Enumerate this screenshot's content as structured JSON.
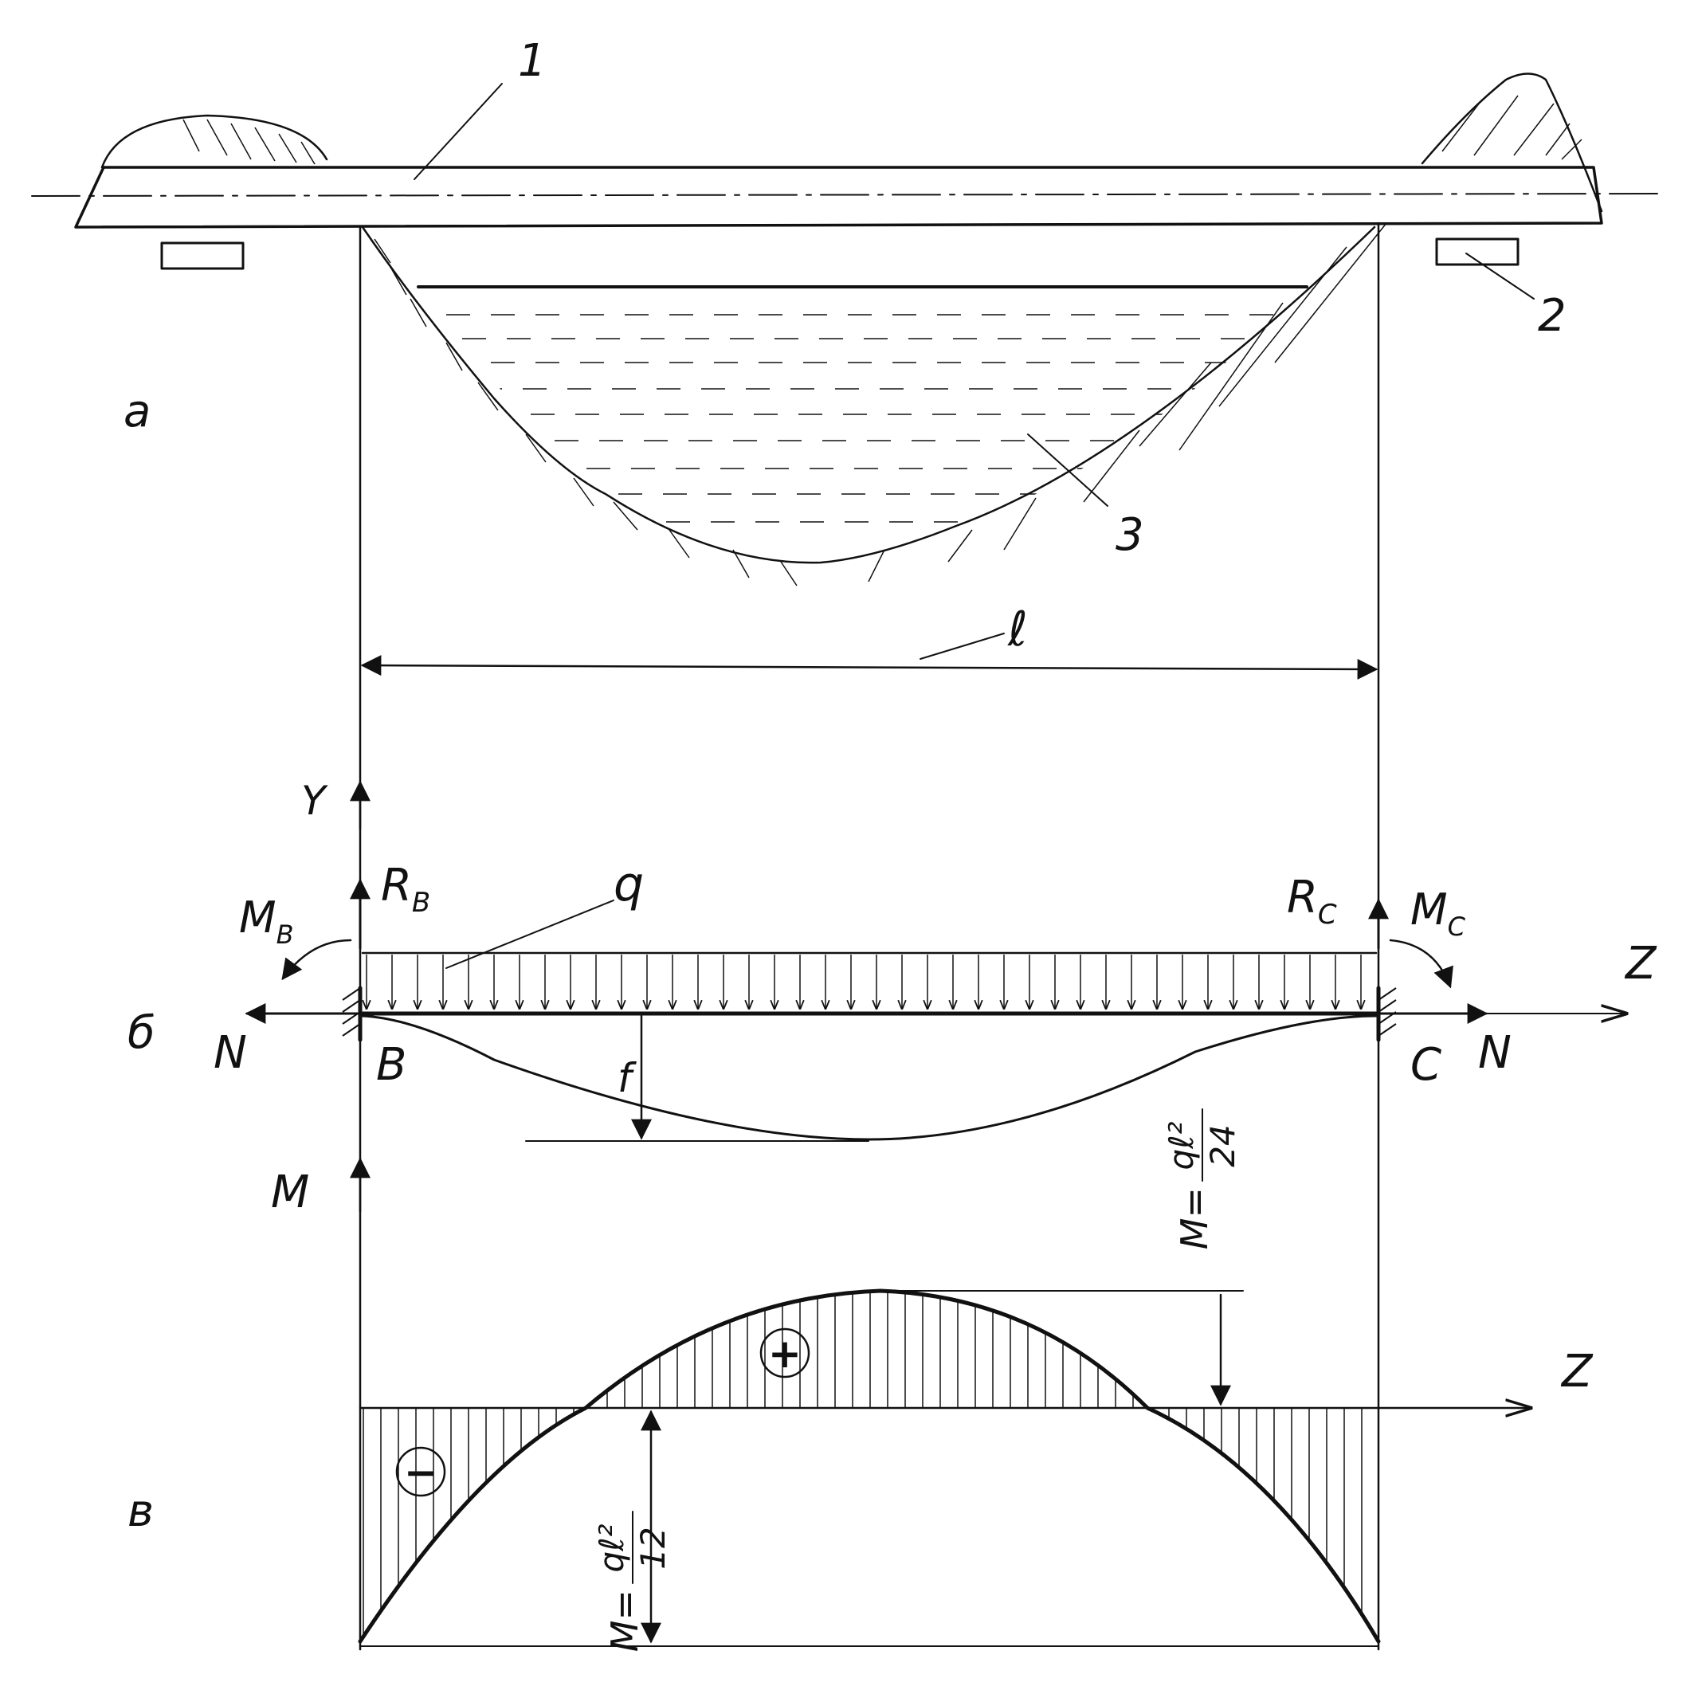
{
  "panel_labels": {
    "a": "а",
    "b": "б",
    "c": "в"
  },
  "scheme": {
    "pipe_label": "1",
    "support_label": "2",
    "water_label": "3",
    "span_label": "ℓ"
  },
  "beam": {
    "axis_y": "Y",
    "axis_z": "Z",
    "reaction_b": "R",
    "reaction_b_sub": "B",
    "reaction_c": "R",
    "reaction_c_sub": "C",
    "moment_b": "M",
    "moment_b_sub": "B",
    "moment_c": "M",
    "moment_c_sub": "C",
    "load": "q",
    "force_left": "N",
    "force_right": "N",
    "support_b": "B",
    "support_c": "C",
    "deflection": "f"
  },
  "moment_diagram": {
    "axis_m": "M",
    "axis_z": "Z",
    "sign_positive": "+",
    "sign_negative": "−",
    "m_mid_lhs": "M=",
    "m_mid_num": "qℓ²",
    "m_mid_den": "24",
    "m_end_lhs": "M=",
    "m_end_num": "qℓ²",
    "m_end_den": "12"
  }
}
